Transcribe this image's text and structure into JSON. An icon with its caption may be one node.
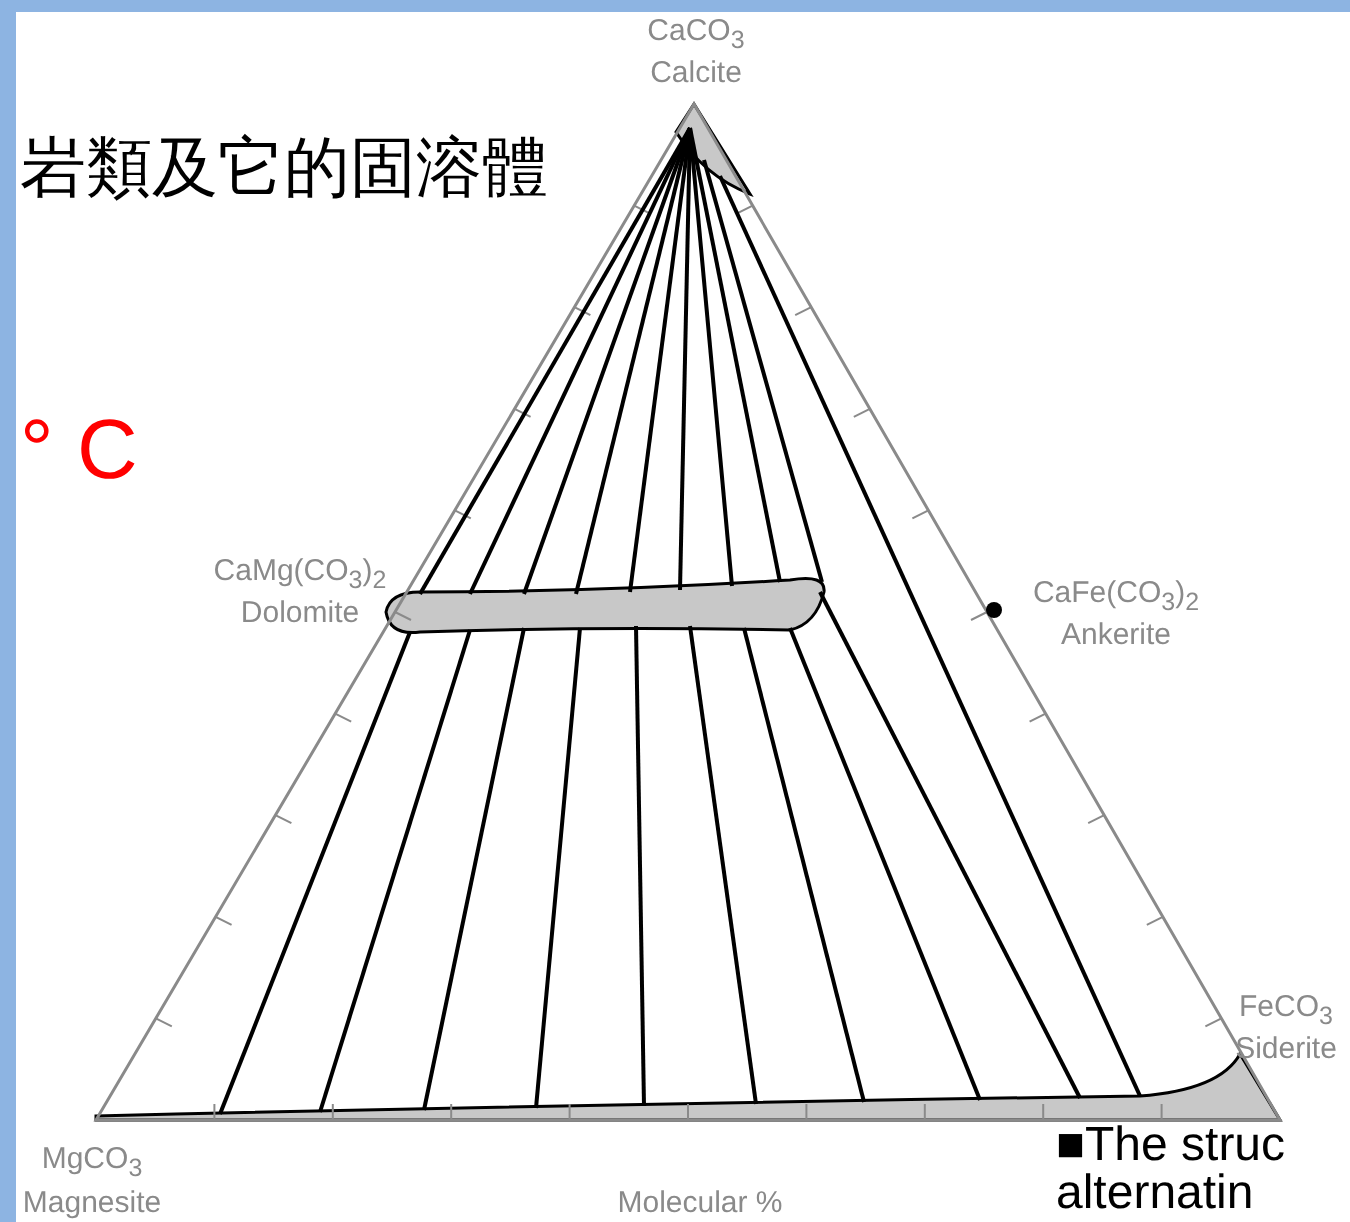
{
  "diagram": {
    "labels": [
      "CaCO$_{3}$",
      "Calcite",
      "岩類及它的固溶體",
      "° C",
      "CaMg(CO$_{3}$)$_{2}$",
      "Dolomite",
      "CaFe(CO$_{3}$)$_{2}$",
      "Ankerite",
      "MgCO$_{3}$",
      "Magnesite",
      "Molecular %",
      "FeCO$_{3}$",
      "Siderite",
      "■The struc",
      "alternatin"
    ]
  }
}
